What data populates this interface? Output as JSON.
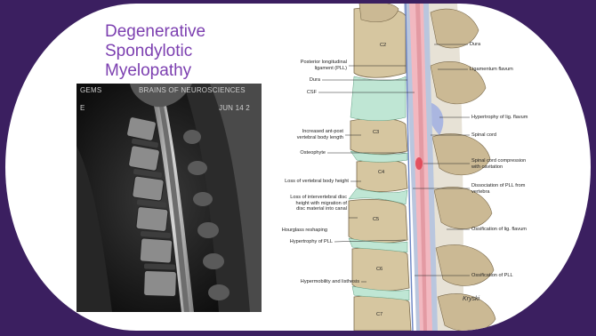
{
  "slide": {
    "title_lines": [
      "Degenerative",
      "Spondylotic",
      "Myelopathy"
    ],
    "mri": {
      "overlay_left": "GEMS",
      "overlay_right": "BRAINS OF NEUROSCIENCES",
      "overlay_left_2": "E",
      "overlay_right_2": "JUN 14 2"
    },
    "illustration": {
      "vertebra_labels": [
        "C2",
        "C3",
        "C4",
        "C5",
        "C6",
        "C7"
      ],
      "left_labels": [
        "Posterior longitudinal\nligament (PLL)",
        "Dura",
        "CSF",
        "Increased ant-post\nvertebral body length",
        "Osteophyte",
        "Loss of vertebral body height",
        "Loss of intervertebral disc\nheight with migration of\ndisc material into canal",
        "Hourglass reshaping",
        "Hypertrophy of PLL",
        "Hypermobility and listhesis"
      ],
      "right_labels": [
        "Dura",
        "Ligamentum flavum",
        "Hypertrophy of lig. flavum",
        "Spinal cord",
        "Spinal cord compression\nwith cavitation",
        "Dissociation of PLL from\nvertebra",
        "Ossification of lig. flavum",
        "Ossification of PLL"
      ],
      "signature": "Kryski"
    },
    "colors": {
      "background": "#3b1f60",
      "title": "#7c3fb0",
      "disc": "#bfe6d4",
      "bone": "#cbb994",
      "cord": "#f2b8c0",
      "dura": "#b9c6de"
    }
  }
}
